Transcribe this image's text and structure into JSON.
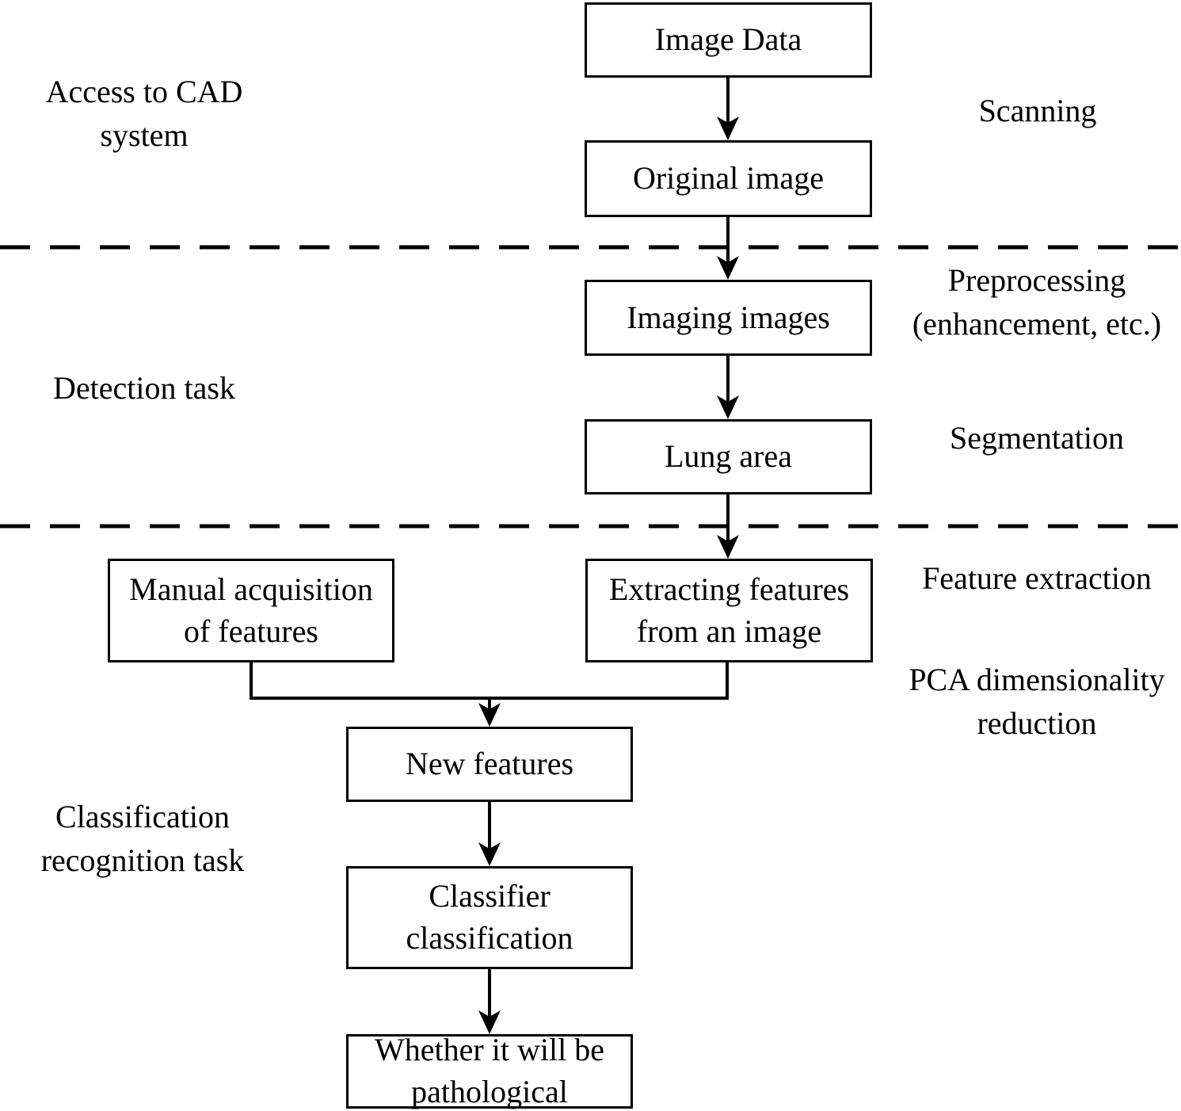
{
  "figure_type": "flowchart",
  "boxes": {
    "image_data": "Image Data",
    "original_image": "Original image",
    "imaging_images": "Imaging images",
    "lung_area": "Lung area",
    "manual_acquisition": "Manual acquisition of features",
    "extracting_features": "Extracting features from an image",
    "new_features": "New features",
    "classifier_classification": "Classifier classification",
    "whether_pathological": "Whether it will be pathological"
  },
  "stage_labels": {
    "left": {
      "access_cad": "Access to CAD system",
      "detection": "Detection task",
      "classification": "Classification recognition task"
    },
    "right": {
      "scanning": "Scanning",
      "preprocessing": "Preprocessing (enhancement, etc.)",
      "segmentation": "Segmentation",
      "feature_extraction": "Feature extraction",
      "pca": "PCA dimensionality reduction"
    }
  },
  "colors": {
    "line": "#000000",
    "text": "#000000",
    "background": "#ffffff",
    "box_fill": "#ffffff"
  }
}
